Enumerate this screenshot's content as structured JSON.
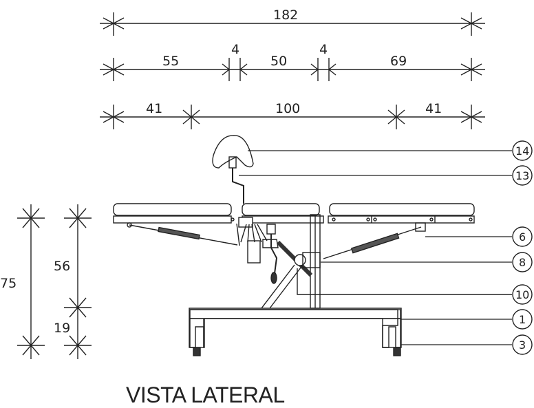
{
  "dimensions": {
    "overall_length": "182",
    "segment_1": "55",
    "gap_1": "4",
    "segment_2": "50",
    "gap_2": "4",
    "segment_3": "69",
    "inner_left": "41",
    "inner_middle": "100",
    "inner_right": "41",
    "total_height": "75",
    "upper_height": "56",
    "lower_height": "19"
  },
  "callouts": [
    "14",
    "13",
    "6",
    "8",
    "10",
    "1",
    "3"
  ],
  "view_title": "VISTA LATERAL"
}
